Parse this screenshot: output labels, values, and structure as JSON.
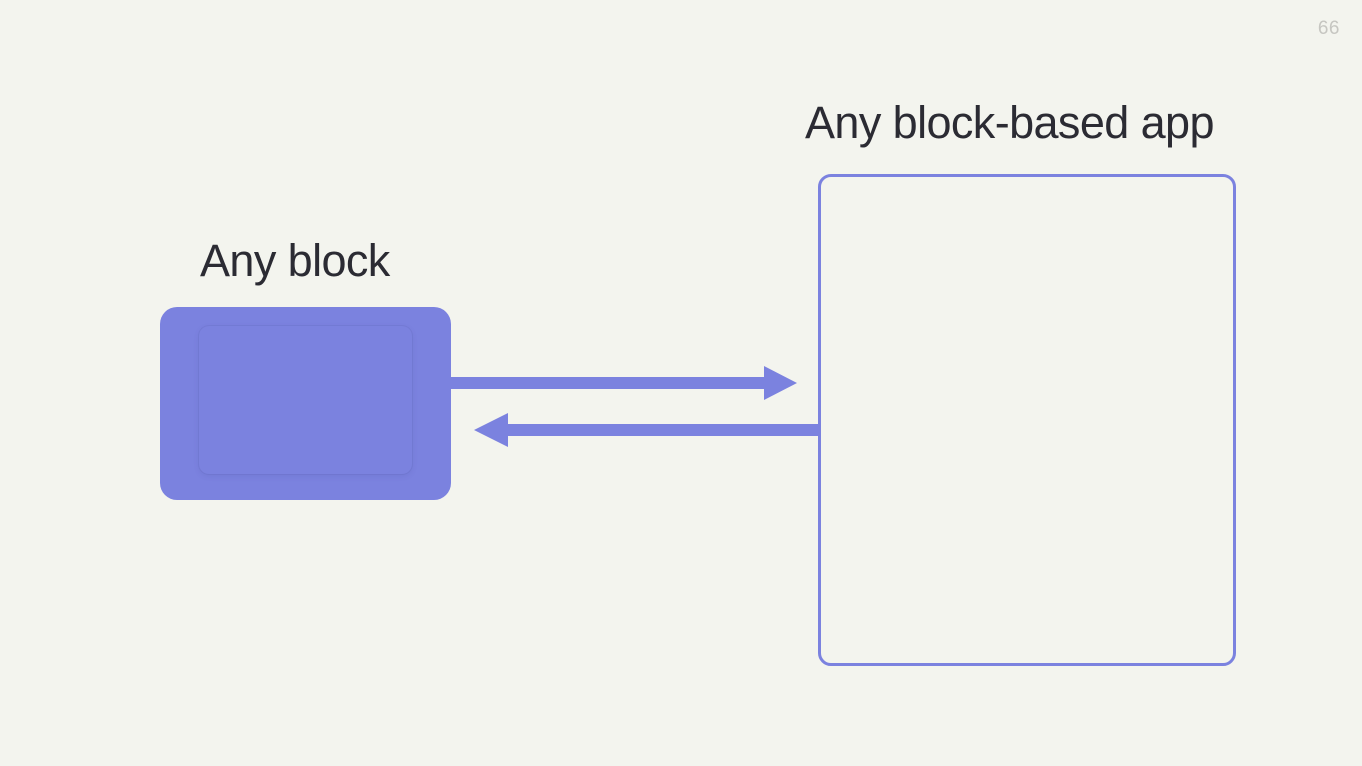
{
  "slide": {
    "page_number": "66",
    "background_color": "#f3f4ee",
    "accent_color": "#7b82df",
    "text_color": "#2b2b33",
    "page_number_color": "#c6c6c1"
  },
  "headings": {
    "left_block": "Any block",
    "right_app": "Any block-based app"
  },
  "diagram": {
    "source_node": {
      "name": "Any block",
      "type": "filled-rounded-rectangle",
      "fill": "#7b82df"
    },
    "target_node": {
      "name": "Any block-based app",
      "type": "outlined-rounded-rectangle",
      "border": "#7b82df",
      "content": ""
    },
    "connectors": [
      {
        "id": "block-to-app",
        "label": "",
        "direction": "right",
        "color": "#7b82df"
      },
      {
        "id": "app-to-block",
        "label": "",
        "direction": "left",
        "color": "#7b82df"
      }
    ]
  }
}
